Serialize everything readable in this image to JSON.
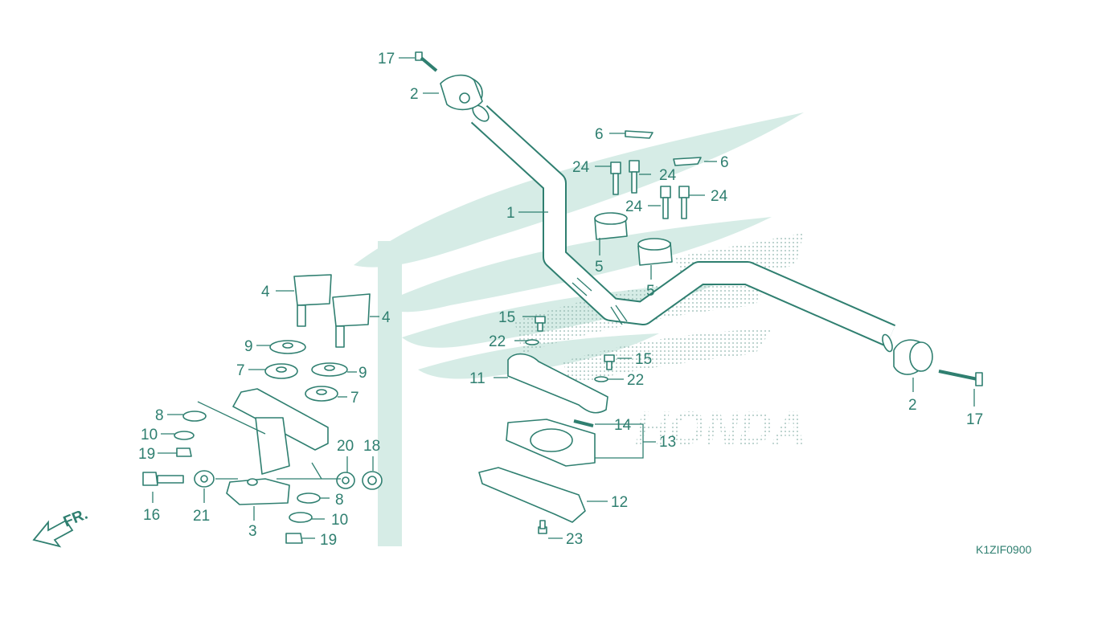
{
  "diagram": {
    "code": "K1ZIF0900",
    "direction_label": "FR.",
    "watermark_text": "HONDA",
    "colors": {
      "line": "#2f7f70",
      "watermark": "#d6ece6"
    },
    "callouts": {
      "c1": "1",
      "c2a": "2",
      "c2b": "2",
      "c3": "3",
      "c4a": "4",
      "c4b": "4",
      "c5a": "5",
      "c5b": "5",
      "c6a": "6",
      "c6b": "6",
      "c7a": "7",
      "c7b": "7",
      "c8a": "8",
      "c8b": "8",
      "c9a": "9",
      "c9b": "9",
      "c10a": "10",
      "c10b": "10",
      "c11": "11",
      "c12": "12",
      "c13": "13",
      "c14": "14",
      "c15a": "15",
      "c15b": "15",
      "c16": "16",
      "c17a": "17",
      "c17b": "17",
      "c18": "18",
      "c19a": "19",
      "c19b": "19",
      "c20": "20",
      "c21": "21",
      "c22a": "22",
      "c22b": "22",
      "c23": "23",
      "c24a": "24",
      "c24b": "24",
      "c24c": "24",
      "c24d": "24"
    }
  }
}
